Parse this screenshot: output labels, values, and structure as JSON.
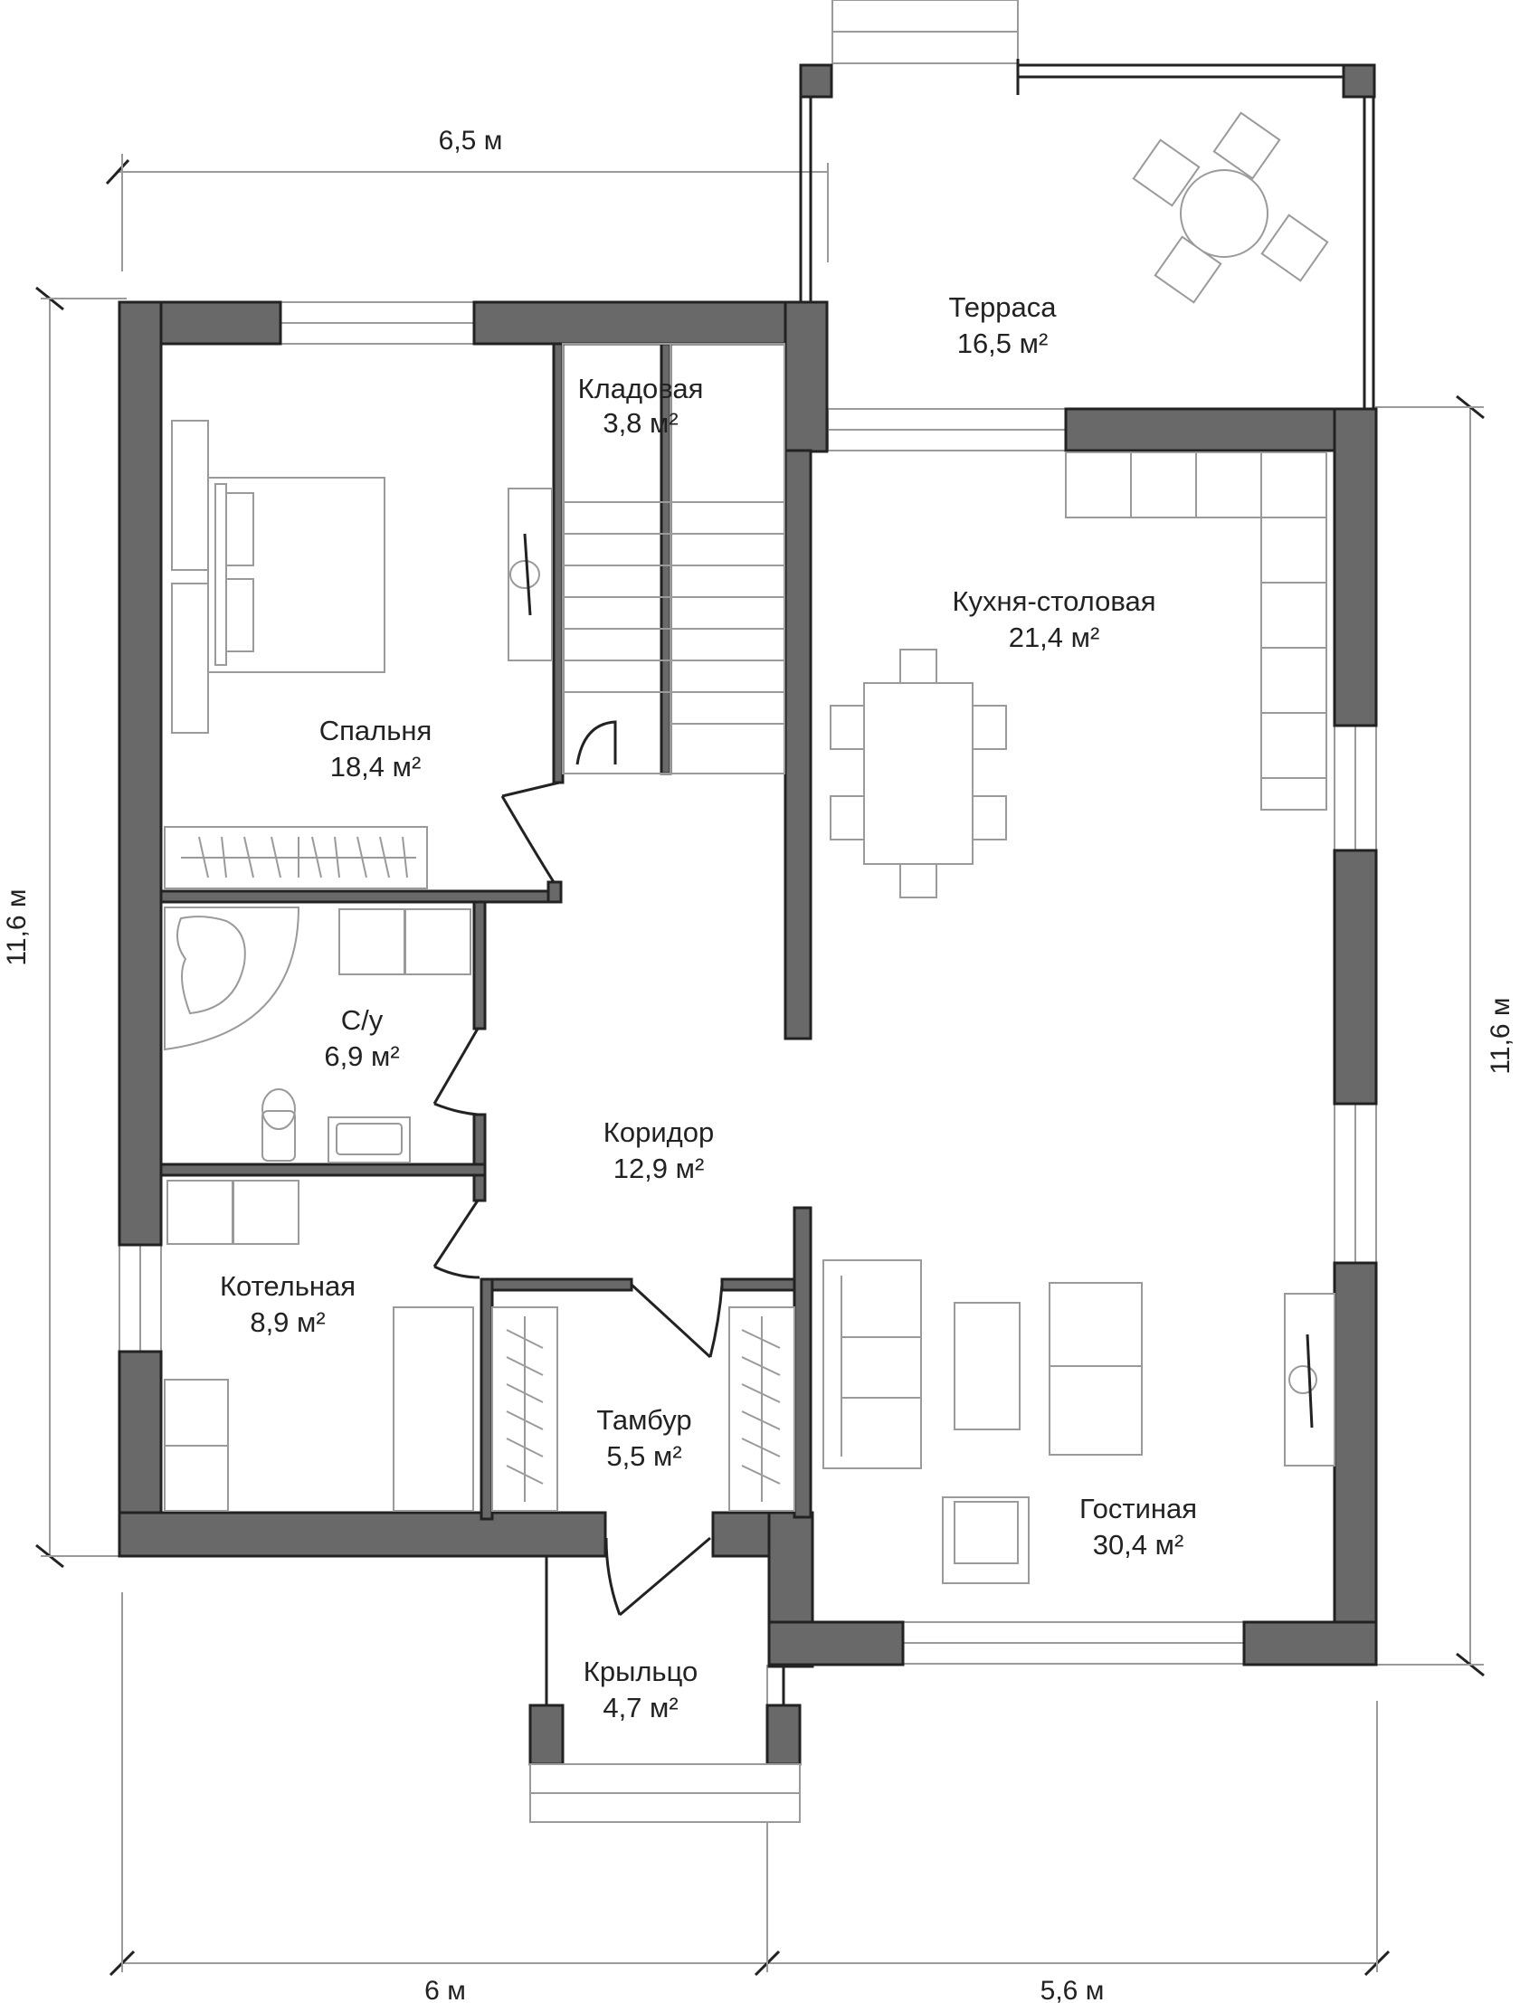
{
  "rooms": [
    {
      "id": "terrace",
      "name": "Терраса",
      "area": "16,5 м²"
    },
    {
      "id": "storage",
      "name": "Кладовая",
      "area": "3,8 м²"
    },
    {
      "id": "bedroom",
      "name": "Спальня",
      "area": "18,4 м²"
    },
    {
      "id": "kitchen",
      "name": "Кухня-столовая",
      "area": "21,4 м²"
    },
    {
      "id": "bathroom",
      "name": "С/у",
      "area": "6,9 м²"
    },
    {
      "id": "corridor",
      "name": "Коридор",
      "area": "12,9 м²"
    },
    {
      "id": "boiler",
      "name": "Котельная",
      "area": "8,9 м²"
    },
    {
      "id": "vestibule",
      "name": "Тамбур",
      "area": "5,5 м²"
    },
    {
      "id": "living",
      "name": "Гостиная",
      "area": "30,4 м²"
    },
    {
      "id": "porch",
      "name": "Крыльцо",
      "area": "4,7 м²"
    }
  ],
  "dimensions": {
    "top": "6,5 м",
    "left": "11,6 м",
    "right": "11,6 м",
    "bottom_left": "6 м",
    "bottom_right": "5,6 м"
  },
  "colors": {
    "wall": "#696969",
    "line": "#222222",
    "furniture": "#9a9a9a"
  }
}
